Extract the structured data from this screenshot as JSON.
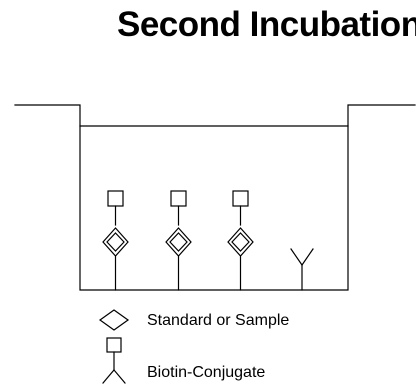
{
  "title": "Second Incubation",
  "legend": {
    "standard_or_sample": "Standard or Sample",
    "biotin_conjugate": "Biotin-Conjugate"
  },
  "colors": {
    "stroke": "#000000",
    "background": "#ffffff"
  },
  "icons": {
    "standard_or_sample": "diamond-icon",
    "biotin_conjugate": "square-icon",
    "antibody": "antibody-y-icon"
  },
  "wells": {
    "complexes_count": 3,
    "free_antibody_count": 1
  }
}
